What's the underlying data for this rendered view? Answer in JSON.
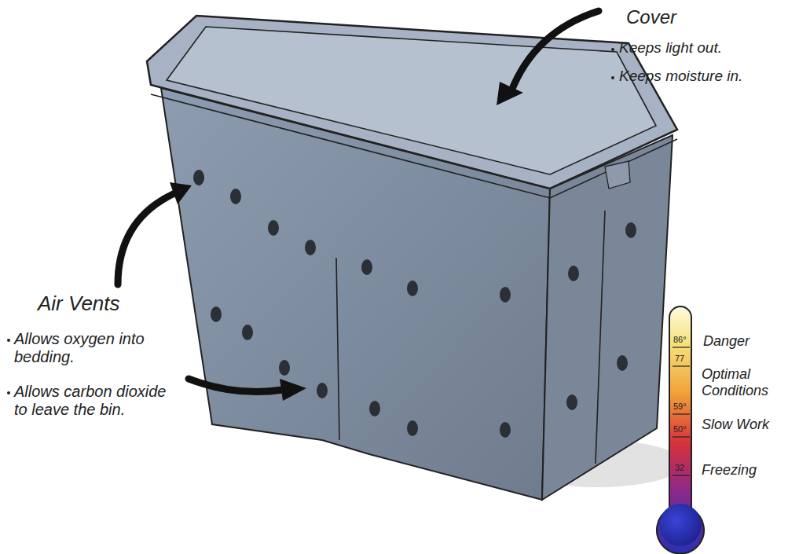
{
  "diagram": {
    "labels": [
      "Cover",
      "Keeps light out.",
      "Keeps moisture in.",
      "Air Vents",
      "Allows oxygen into bedding.",
      "Allows carbon dioxide to leave the bin.",
      "86°",
      "Danger",
      "77",
      "Optimal Conditions",
      "59°",
      "50°",
      "Slow Work",
      "32",
      "Freezing"
    ]
  }
}
